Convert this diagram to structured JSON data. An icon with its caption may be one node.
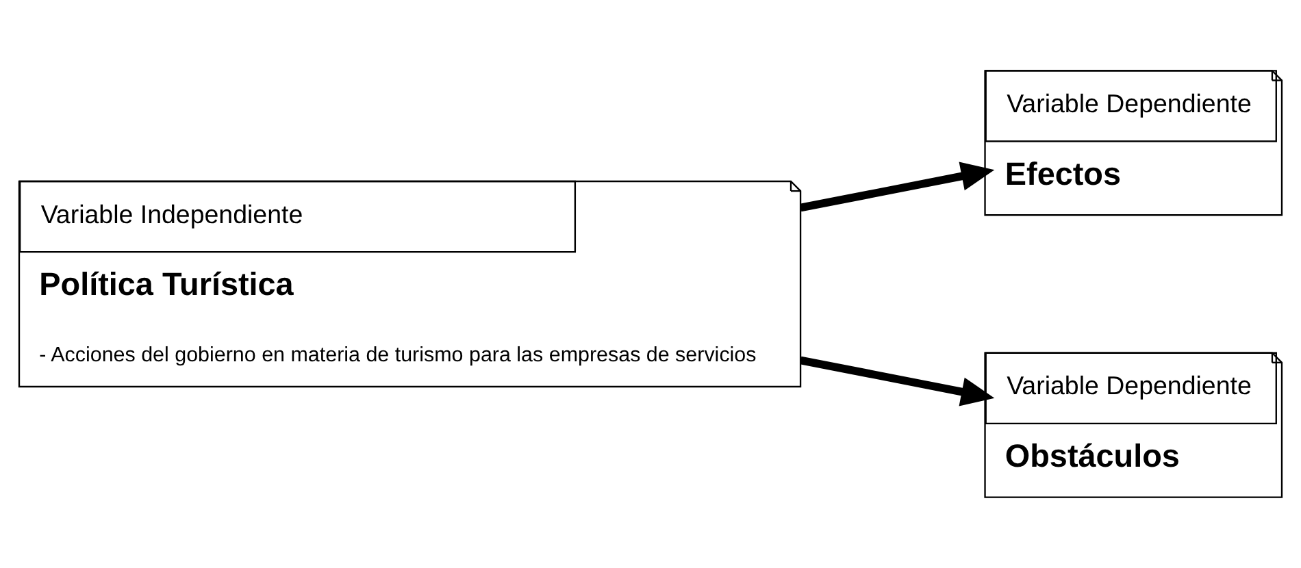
{
  "diagram": {
    "nodes": [
      {
        "text": [
          "Variable Independiente",
          "Política Turística",
          "- Acciones del gobierno en materia de turismo para las empresas de servicios"
        ]
      },
      {
        "text": [
          "Variable Dependiente",
          "Efectos"
        ]
      },
      {
        "text": [
          "Variable Dependiente",
          "Obstáculos"
        ]
      }
    ],
    "edges": [
      {
        "from": 0,
        "to": 1,
        "arrow": "to"
      },
      {
        "from": 0,
        "to": 2,
        "arrow": "to"
      }
    ]
  }
}
